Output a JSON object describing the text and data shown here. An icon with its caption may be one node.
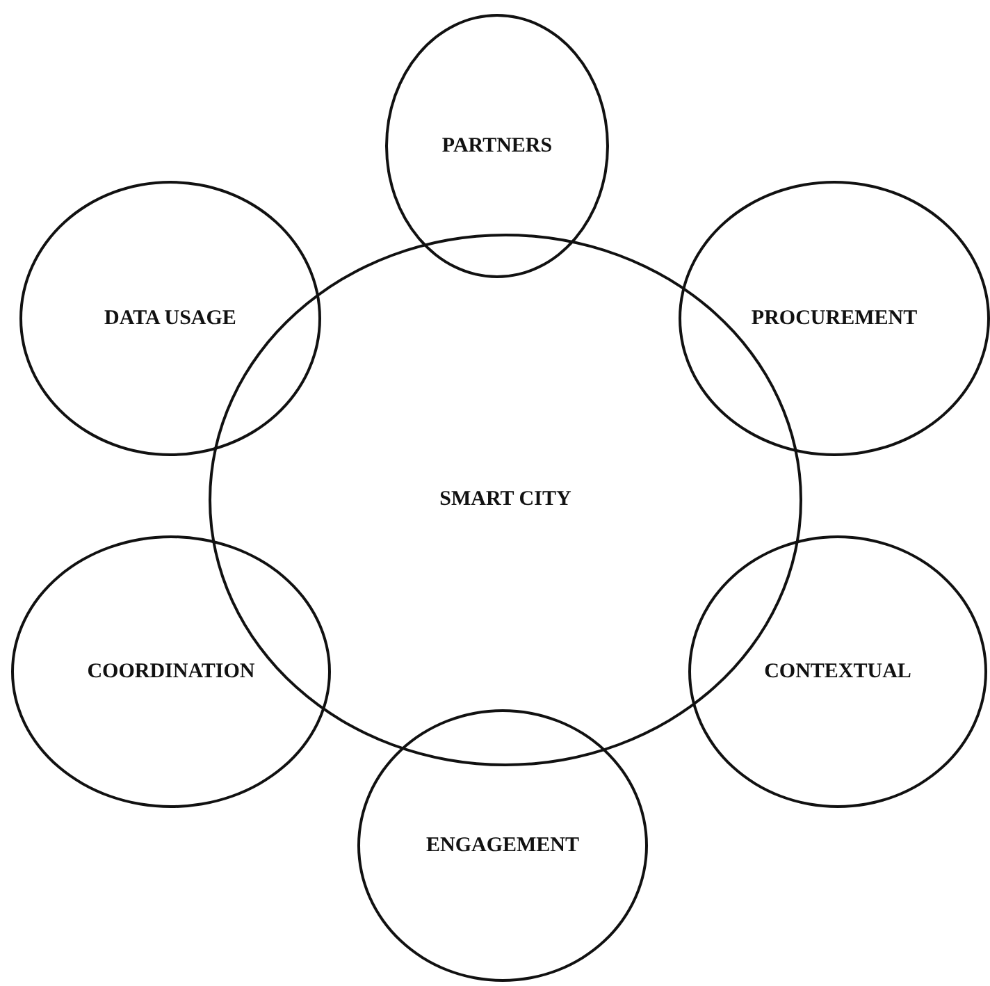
{
  "diagram": {
    "nodes": [
      {
        "text": [
          "PARTNERS"
        ]
      },
      {
        "text": [
          "DATA USAGE"
        ]
      },
      {
        "text": [
          "PROCUREMENT"
        ]
      },
      {
        "text": [
          "SMART CITY"
        ]
      },
      {
        "text": [
          "COORDINATION"
        ]
      },
      {
        "text": [
          "CONTEXTUAL"
        ]
      },
      {
        "text": [
          "ENGAGEMENT"
        ]
      }
    ]
  }
}
